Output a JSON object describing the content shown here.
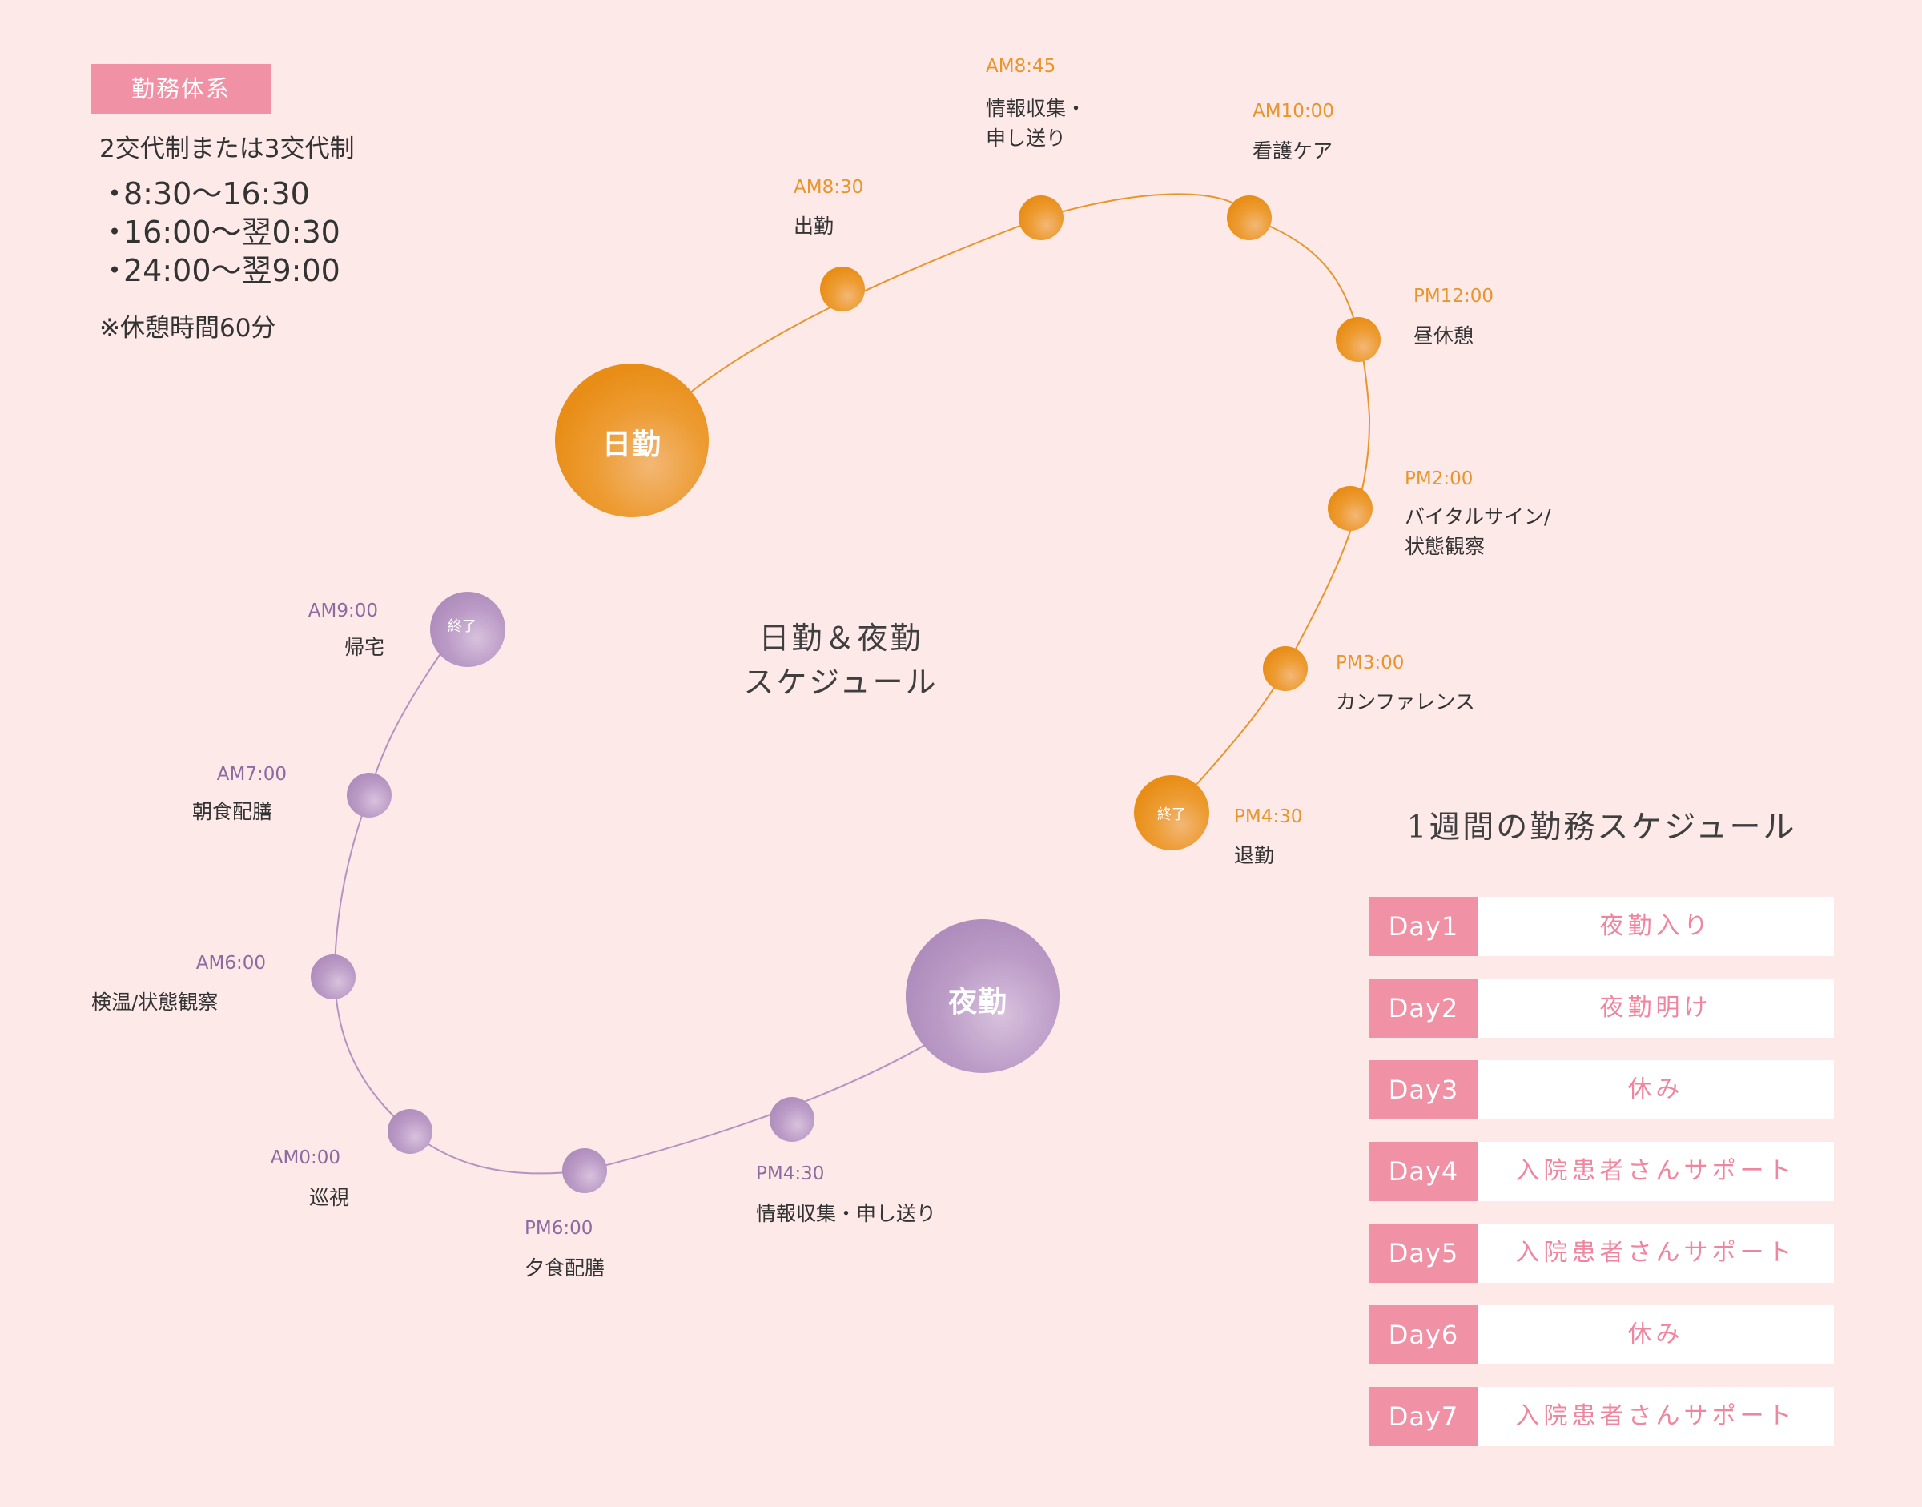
{
  "colors": {
    "background": "#fde9e8",
    "accent_pink": "#f191a5",
    "day_orange": "#ec9322",
    "night_purple": "#b493c0",
    "text": "#333333"
  },
  "info": {
    "tag": "勤務体系",
    "subtitle": "2交代制または3交代制",
    "bullet": "・",
    "shifts": [
      "8:30〜16:30",
      "16:00〜翌0:30",
      "24:00〜翌9:00"
    ],
    "note": "※休憩時間60分"
  },
  "center_title": {
    "line1": "日勤＆夜勤",
    "line2": "スケジュール"
  },
  "day_shift": {
    "label": "日勤",
    "end_label": "終了",
    "nodes": [
      {
        "time": "AM8:30",
        "activity": "出勤"
      },
      {
        "time": "AM8:45",
        "activity": "情報収集・\n申し送り"
      },
      {
        "time": "AM10:00",
        "activity": "看護ケア"
      },
      {
        "time": "PM12:00",
        "activity": "昼休憩"
      },
      {
        "time": "PM2:00",
        "activity": "バイタルサイン/\n状態観察"
      },
      {
        "time": "PM3:00",
        "activity": "カンファレンス"
      },
      {
        "time": "PM4:30",
        "activity": "退勤"
      }
    ]
  },
  "night_shift": {
    "label": "夜勤",
    "end_label": "終了",
    "nodes": [
      {
        "time": "PM4:30",
        "activity": "情報収集・申し送り"
      },
      {
        "time": "PM6:00",
        "activity": "夕食配膳"
      },
      {
        "time": "AM0:00",
        "activity": "巡視"
      },
      {
        "time": "AM6:00",
        "activity": "検温/状態観察"
      },
      {
        "time": "AM7:00",
        "activity": "朝食配膳"
      },
      {
        "time": "AM9:00",
        "activity": "帰宅"
      }
    ]
  },
  "week": {
    "title": "1週間の勤務スケジュール",
    "days": [
      {
        "day": "Day1",
        "value": "夜勤入り"
      },
      {
        "day": "Day2",
        "value": "夜勤明け"
      },
      {
        "day": "Day3",
        "value": "休み"
      },
      {
        "day": "Day4",
        "value": "入院患者さんサポート"
      },
      {
        "day": "Day5",
        "value": "入院患者さんサポート"
      },
      {
        "day": "Day6",
        "value": "休み"
      },
      {
        "day": "Day7",
        "value": "入院患者さんサポート"
      }
    ]
  }
}
